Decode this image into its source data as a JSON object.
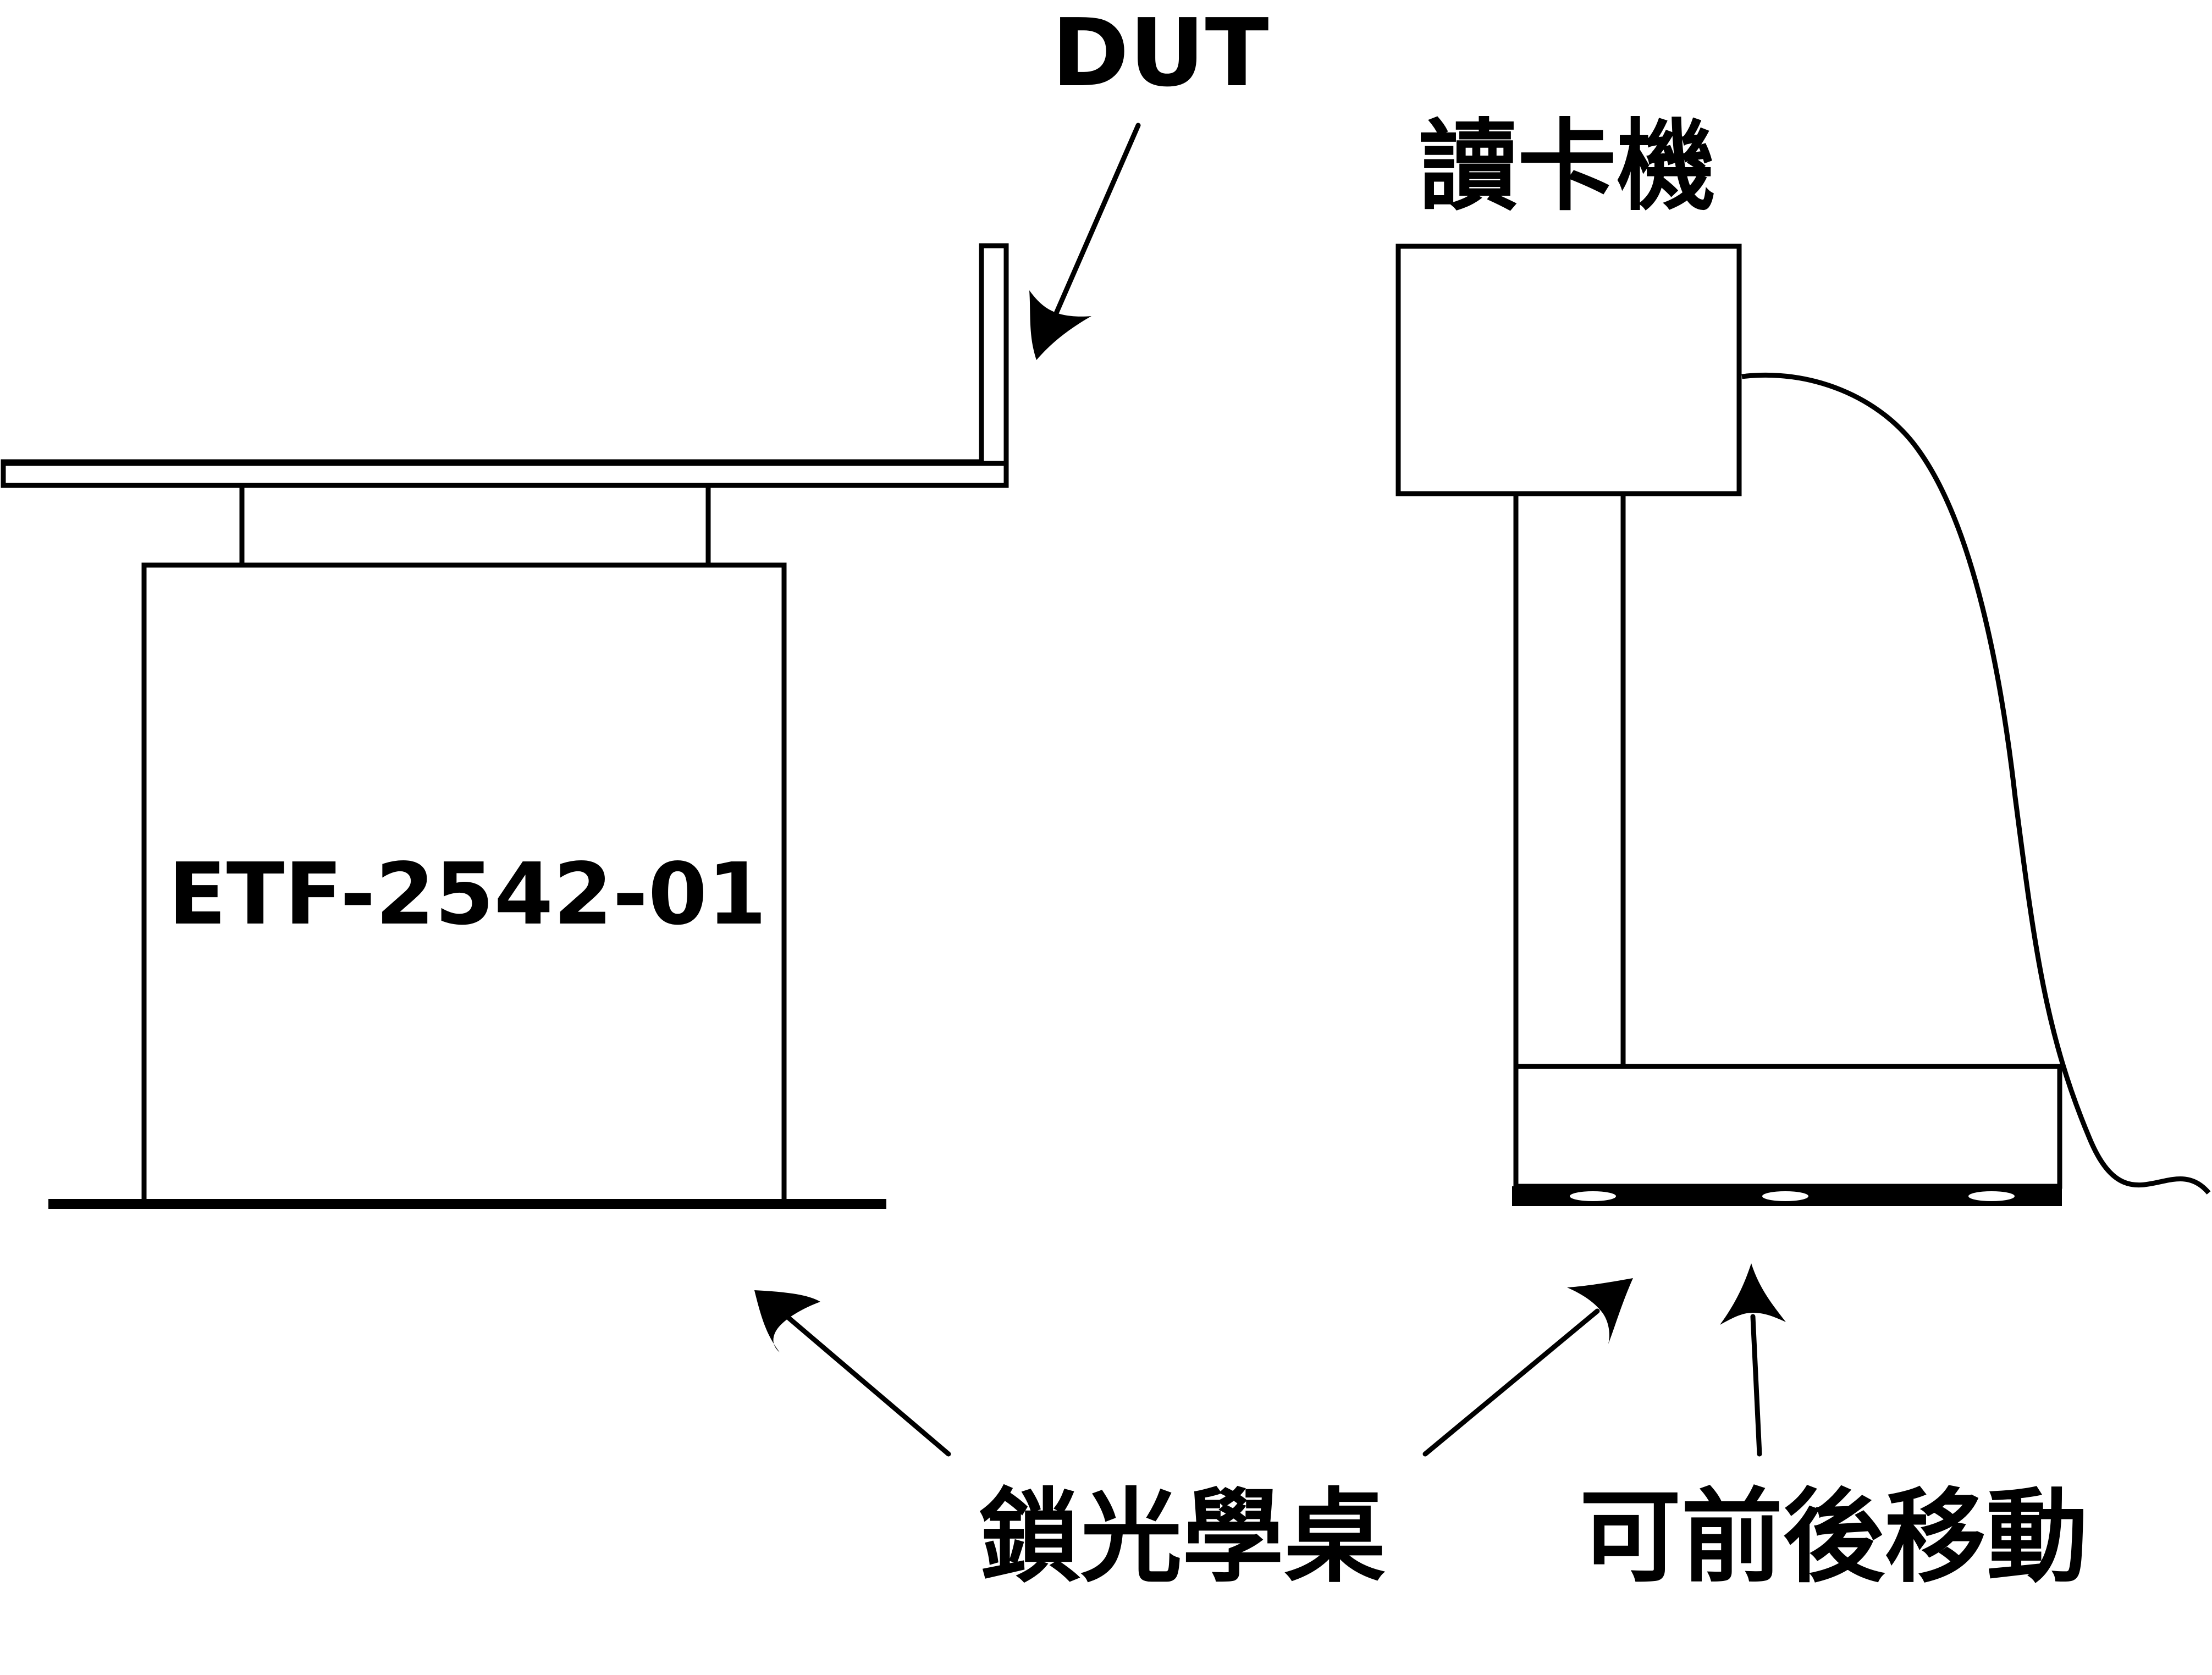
{
  "labels": {
    "dut": "DUT",
    "card_reader": "讀卡機",
    "device_model": "ETF-2542-01",
    "locked_table": "鎖光學桌",
    "movable": "可前後移動"
  },
  "colors": {
    "line": "#000000",
    "background": "#ffffff"
  }
}
